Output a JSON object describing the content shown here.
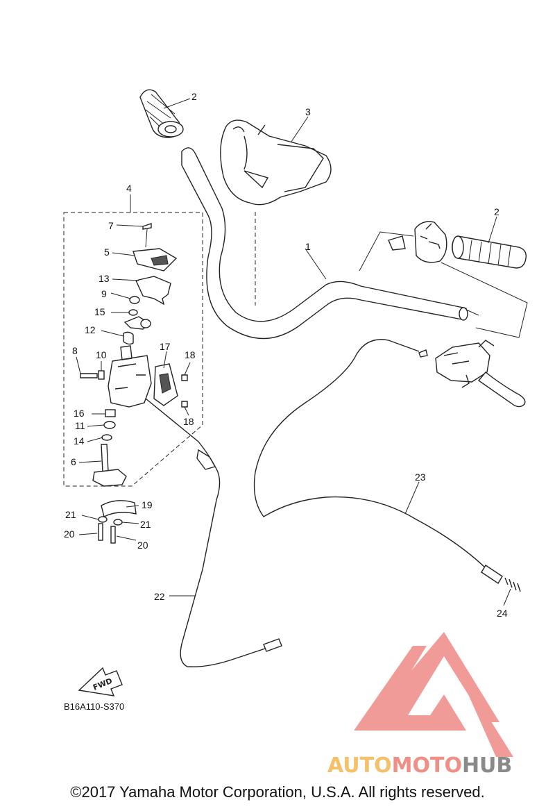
{
  "diagram": {
    "code": "B16A110-S370",
    "fwd_label": "FWD",
    "callouts": {
      "c1": "1",
      "c2a": "2",
      "c2b": "2",
      "c3": "3",
      "c4": "4",
      "c5": "5",
      "c6": "6",
      "c7": "7",
      "c8": "8",
      "c9": "9",
      "c10": "10",
      "c11": "11",
      "c12": "12",
      "c13": "13",
      "c14": "14",
      "c15": "15",
      "c16": "16",
      "c17": "17",
      "c18a": "18",
      "c18b": "18",
      "c19": "19",
      "c20a": "20",
      "c20b": "20",
      "c21a": "21",
      "c21b": "21",
      "c22": "22",
      "c23": "23",
      "c24": "24"
    }
  },
  "watermark": {
    "part1": "AUTO",
    "part2": "MOTO",
    "part3": "HUB",
    "color_auto": "#f5c06a",
    "color_moto": "#ef8f86",
    "color_hub": "#8a8a8a",
    "logo_color": "#ee8a86"
  },
  "footer": {
    "copyright": "©2017 Yamaha Motor Corporation, U.S.A. All rights reserved."
  }
}
